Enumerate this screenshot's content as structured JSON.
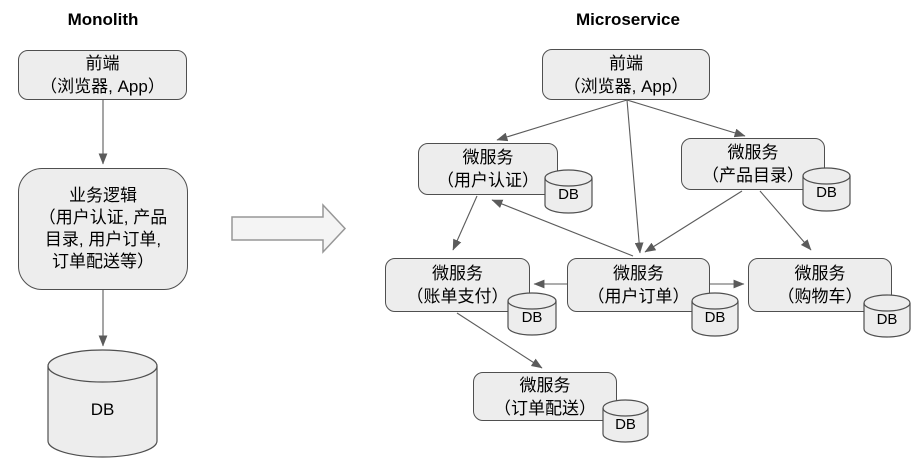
{
  "colors": {
    "box_fill": "#ededed",
    "box_border": "#4f4f4f",
    "line": "#5b5b5b",
    "block_arrow_fill": "#f4f4f4",
    "block_arrow_border": "#979797",
    "text": "#000000",
    "bg": "#ffffff"
  },
  "monolith": {
    "title": "Monolith",
    "frontend": {
      "lines": [
        "前端",
        "（浏览器, App）"
      ]
    },
    "logic": {
      "lines": [
        "业务逻辑",
        "（用户认证, 产品",
        "目录, 用户订单,",
        "订单配送等）"
      ]
    },
    "db_label": "DB"
  },
  "microservice": {
    "title": "Microservice",
    "frontend": {
      "lines": [
        "前端",
        "（浏览器, App）"
      ]
    },
    "services": [
      {
        "id": "auth",
        "lines": [
          "微服务",
          "（用户认证）"
        ],
        "db": "DB"
      },
      {
        "id": "catalog",
        "lines": [
          "微服务",
          "（产品目录）"
        ],
        "db": "DB"
      },
      {
        "id": "billing",
        "lines": [
          "微服务",
          "（账单支付）"
        ],
        "db": "DB"
      },
      {
        "id": "order",
        "lines": [
          "微服务",
          "（用户订单）"
        ],
        "db": "DB"
      },
      {
        "id": "cart",
        "lines": [
          "微服务",
          "（购物车）"
        ],
        "db": "DB"
      },
      {
        "id": "delivery",
        "lines": [
          "微服务",
          "（订单配送）"
        ],
        "db": "DB"
      }
    ]
  }
}
